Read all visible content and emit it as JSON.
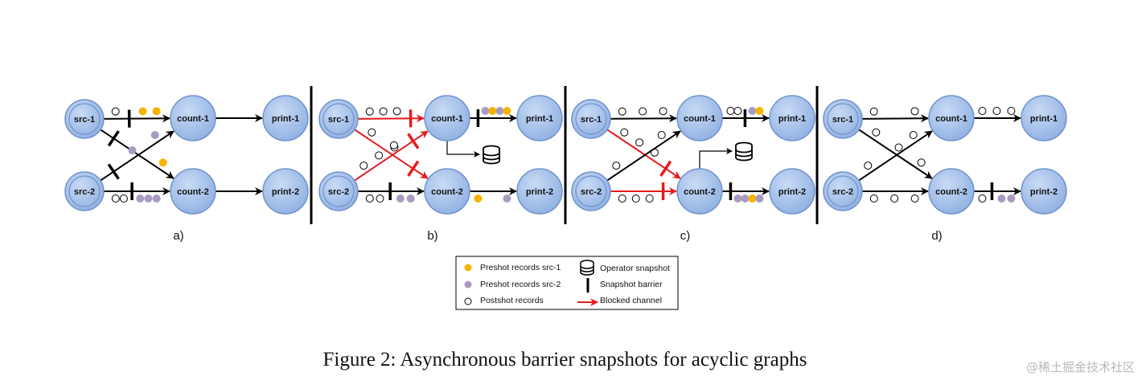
{
  "figure": {
    "caption": "Figure 2: Asynchronous barrier snapshots for acyclic graphs",
    "watermark": "@稀土掘金技术社区",
    "colors": {
      "node_fill": "#a9c4ec",
      "node_stroke": "#6f93cc",
      "preshot_src1": "#f5b400",
      "preshot_src2": "#a99ac2",
      "blocked": "#e8191c",
      "edge": "#000000"
    },
    "nodes": [
      "src-1",
      "src-2",
      "count-1",
      "count-2",
      "print-1",
      "print-2"
    ],
    "panels": [
      {
        "label": "a)",
        "blocked_channels": [],
        "snapshot_operators": [],
        "channels": {
          "src1_count1": {
            "records": [
              "post",
              "barrier",
              "pre1",
              "pre1"
            ]
          },
          "src1_count2": {
            "records": [
              "barrier",
              "pre1"
            ]
          },
          "src2_count1": {
            "records": [
              "barrier",
              "pre2",
              "pre2"
            ]
          },
          "src2_count2": {
            "records": [
              "post",
              "post",
              "barrier",
              "pre2",
              "pre2",
              "pre2"
            ]
          },
          "count1_print1": {
            "records": []
          },
          "count2_print2": {
            "records": []
          }
        }
      },
      {
        "label": "b)",
        "blocked_channels": [
          "src1_count1",
          "src1_count2",
          "src2_count1"
        ],
        "snapshot_operators": [
          "count-1"
        ],
        "channels": {
          "src1_count1": {
            "records": [
              "post",
              "post",
              "post",
              "barrier"
            ]
          },
          "src1_count2": {
            "records": [
              "post",
              "post",
              "barrier"
            ]
          },
          "src2_count1": {
            "records": [
              "post",
              "post",
              "post",
              "barrier"
            ]
          },
          "src2_count2": {
            "records": [
              "post",
              "post",
              "barrier",
              "pre2",
              "pre2"
            ]
          },
          "count1_print1": {
            "records": [
              "barrier",
              "pre2",
              "pre1",
              "pre2",
              "pre1"
            ]
          },
          "count2_print2": {
            "records": [
              "pre1",
              "pre2"
            ]
          }
        }
      },
      {
        "label": "c)",
        "blocked_channels": [
          "src1_count2",
          "src2_count2"
        ],
        "snapshot_operators": [
          "count-2"
        ],
        "channels": {
          "src1_count1": {
            "records": [
              "post",
              "post",
              "post"
            ]
          },
          "src1_count2": {
            "records": [
              "post",
              "post",
              "post",
              "barrier"
            ]
          },
          "src2_count1": {
            "records": [
              "post",
              "post"
            ]
          },
          "src2_count2": {
            "records": [
              "post",
              "post",
              "post",
              "barrier"
            ]
          },
          "count1_print1": {
            "records": [
              "post",
              "post",
              "barrier",
              "pre2",
              "pre1"
            ]
          },
          "count2_print2": {
            "records": [
              "barrier",
              "pre2",
              "pre2",
              "pre1",
              "pre2"
            ]
          }
        }
      },
      {
        "label": "d)",
        "blocked_channels": [],
        "snapshot_operators": [],
        "channels": {
          "src1_count1": {
            "records": [
              "post",
              "post"
            ]
          },
          "src1_count2": {
            "records": [
              "post",
              "post",
              "post"
            ]
          },
          "src2_count1": {
            "records": [
              "post",
              "post"
            ]
          },
          "src2_count2": {
            "records": [
              "post",
              "post",
              "post"
            ]
          },
          "count1_print1": {
            "records": [
              "post",
              "post",
              "post"
            ]
          },
          "count2_print2": {
            "records": [
              "post",
              "barrier",
              "pre2",
              "pre2"
            ]
          }
        }
      }
    ],
    "legend": {
      "items": [
        {
          "icon": "preshot-src1-dot-icon",
          "label": "Preshot records src-1"
        },
        {
          "icon": "preshot-src2-dot-icon",
          "label": "Preshot records src-2"
        },
        {
          "icon": "postshot-dot-icon",
          "label": "Postshot records"
        },
        {
          "icon": "database-icon",
          "label": "Operator snapshot"
        },
        {
          "icon": "barrier-icon",
          "label": "Snapshot barrier"
        },
        {
          "icon": "red-arrow-icon",
          "label": "Blocked channel"
        }
      ]
    }
  }
}
